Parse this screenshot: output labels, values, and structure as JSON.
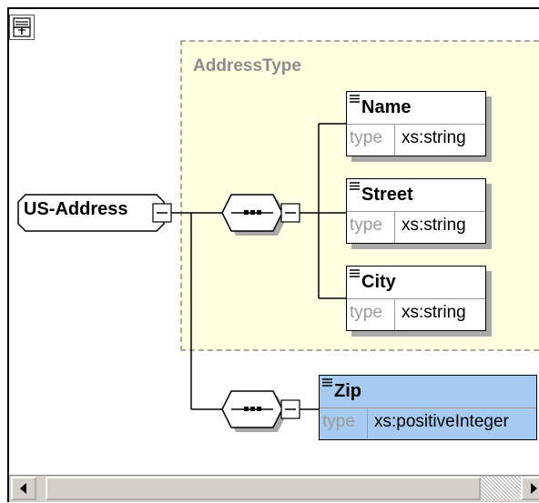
{
  "diagram": {
    "root_element": "US-Address",
    "complex_type": "AddressType",
    "type_label": "type",
    "elements": [
      {
        "name": "Name",
        "type": "xs:string"
      },
      {
        "name": "Street",
        "type": "xs:string"
      },
      {
        "name": "City",
        "type": "xs:string"
      }
    ],
    "extra_element": {
      "name": "Zip",
      "type": "xs:positiveInteger",
      "selected": true
    },
    "compositor": "sequence",
    "colors": {
      "group_fill": "#ffffe1",
      "group_border": "#a8a8a8",
      "selected_fill": "#a6caf0",
      "shadow": "#a9a9a9"
    }
  },
  "icons": {
    "toolbar_button": "diagram-layout-icon",
    "element_marker": "element-lines-icon",
    "collapse": "minus-box-icon",
    "sequence": "sequence-compositor-icon",
    "scroll_left": "arrow-left-icon",
    "scroll_right": "arrow-right-icon"
  }
}
